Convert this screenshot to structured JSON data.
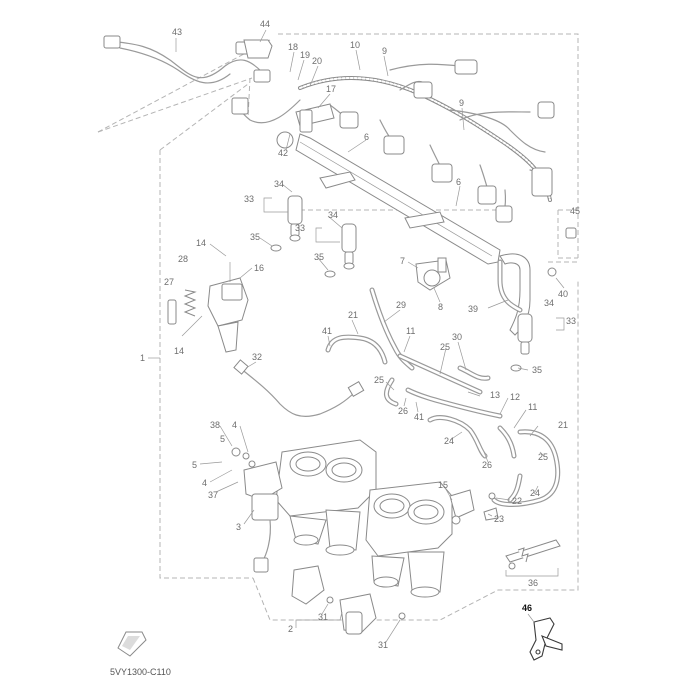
{
  "diagram": {
    "drawing_code": "5VY1300-C110",
    "highlighted_part": "46",
    "callouts": [
      {
        "id": "c43a",
        "text": "43"
      },
      {
        "id": "c44a",
        "text": "44"
      },
      {
        "id": "c18a",
        "text": "18"
      },
      {
        "id": "c19a",
        "text": "19"
      },
      {
        "id": "c20a",
        "text": "20"
      },
      {
        "id": "c10a",
        "text": "10"
      },
      {
        "id": "c9a",
        "text": "9"
      },
      {
        "id": "c9b",
        "text": "9"
      },
      {
        "id": "c17a",
        "text": "17"
      },
      {
        "id": "c6a",
        "text": "6"
      },
      {
        "id": "c42a",
        "text": "42"
      },
      {
        "id": "c34a",
        "text": "34"
      },
      {
        "id": "c33a",
        "text": "33"
      },
      {
        "id": "c6b",
        "text": "6"
      },
      {
        "id": "c45a",
        "text": "45"
      },
      {
        "id": "c34b",
        "text": "34"
      },
      {
        "id": "c33b",
        "text": "33"
      },
      {
        "id": "c35a",
        "text": "35"
      },
      {
        "id": "c14a",
        "text": "14"
      },
      {
        "id": "c16a",
        "text": "16"
      },
      {
        "id": "c35b",
        "text": "35"
      },
      {
        "id": "c7a",
        "text": "7"
      },
      {
        "id": "c28a",
        "text": "28"
      },
      {
        "id": "c27a",
        "text": "27"
      },
      {
        "id": "c8a",
        "text": "8"
      },
      {
        "id": "c40a",
        "text": "40"
      },
      {
        "id": "c39a",
        "text": "39"
      },
      {
        "id": "c34c",
        "text": "34"
      },
      {
        "id": "c33c",
        "text": "33"
      },
      {
        "id": "c29a",
        "text": "29"
      },
      {
        "id": "c14b",
        "text": "14"
      },
      {
        "id": "c21a",
        "text": "21"
      },
      {
        "id": "c41a",
        "text": "41"
      },
      {
        "id": "c11a",
        "text": "11"
      },
      {
        "id": "c30a",
        "text": "30"
      },
      {
        "id": "c1a",
        "text": "1"
      },
      {
        "id": "c32a",
        "text": "32"
      },
      {
        "id": "c25a",
        "text": "25"
      },
      {
        "id": "c35c",
        "text": "35"
      },
      {
        "id": "c25b",
        "text": "25"
      },
      {
        "id": "c13a",
        "text": "13"
      },
      {
        "id": "c26a",
        "text": "26"
      },
      {
        "id": "c41b",
        "text": "41"
      },
      {
        "id": "c12a",
        "text": "12"
      },
      {
        "id": "c11b",
        "text": "11"
      },
      {
        "id": "c38a",
        "text": "38"
      },
      {
        "id": "c4a",
        "text": "4"
      },
      {
        "id": "c5a",
        "text": "5"
      },
      {
        "id": "c24a",
        "text": "24"
      },
      {
        "id": "c21b",
        "text": "21"
      },
      {
        "id": "c26b",
        "text": "26"
      },
      {
        "id": "c25c",
        "text": "25"
      },
      {
        "id": "c5b",
        "text": "5"
      },
      {
        "id": "c4b",
        "text": "4"
      },
      {
        "id": "c37a",
        "text": "37"
      },
      {
        "id": "c15a",
        "text": "15"
      },
      {
        "id": "c24b",
        "text": "24"
      },
      {
        "id": "c22a",
        "text": "22"
      },
      {
        "id": "c3a",
        "text": "3"
      },
      {
        "id": "c23a",
        "text": "23"
      },
      {
        "id": "c36a",
        "text": "36"
      },
      {
        "id": "c46a",
        "text": "46"
      },
      {
        "id": "c2a",
        "text": "2"
      },
      {
        "id": "c31a",
        "text": "31"
      },
      {
        "id": "c31b",
        "text": "31"
      }
    ]
  }
}
